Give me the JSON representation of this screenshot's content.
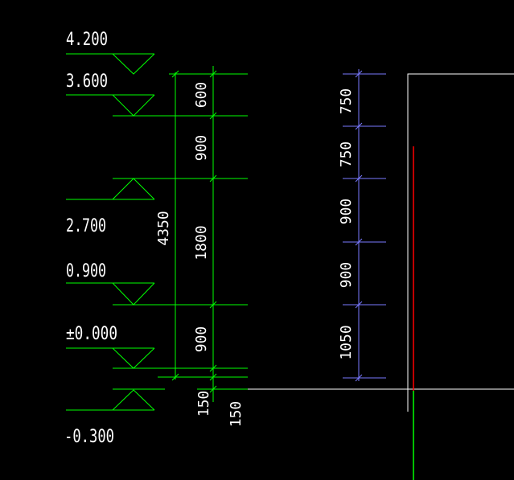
{
  "colors": {
    "background": "#000000",
    "green": "#00ff00",
    "blue": "#7a7aff",
    "white": "#ffffff",
    "red": "#ff0000",
    "text": "#ffffff"
  },
  "elevations": [
    "4.200",
    "3.600",
    "2.700",
    "0.900",
    "±0.000",
    "-0.300"
  ],
  "left_dims": {
    "inner": [
      "600",
      "900",
      "1800",
      "900"
    ],
    "total": "4350",
    "bottom": [
      "150",
      "150"
    ]
  },
  "right_dims": [
    "750",
    "750",
    "900",
    "900",
    "1050"
  ]
}
